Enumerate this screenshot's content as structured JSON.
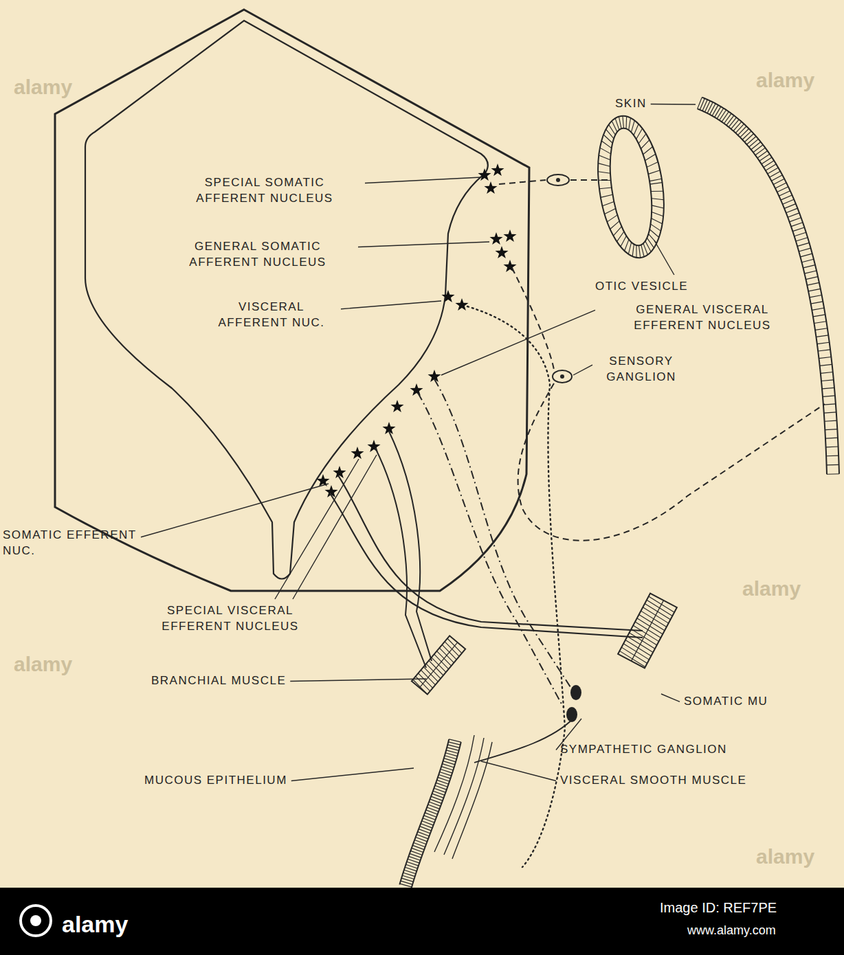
{
  "diagram": {
    "labels": [
      "SKIN",
      "SPECIAL SOMATIC AFFERENT NUCLEUS",
      "GENERAL SOMATIC AFFERENT NUCLEUS",
      "VISCERAL AFFERENT NUC.",
      "OTIC VESICLE",
      "GENERAL VISCERAL EFFERENT NUCLEUS",
      "SENSORY GANGLION",
      "SOMATIC EFFERENT NUC.",
      "SPECIAL VISCERAL EFFERENT NUCLEUS",
      "BRANCHIAL MUSCLE",
      "SOMATIC MU",
      "SYMPATHETIC GANGLION",
      "MUCOUS EPITHELIUM",
      "VISCERAL SMOOTH MUSCLE",
      "alamy",
      "alamy",
      "alamy",
      "alamy",
      "alamy",
      "alamy",
      "Image ID: REF7PE",
      "www.alamy.com"
    ]
  }
}
